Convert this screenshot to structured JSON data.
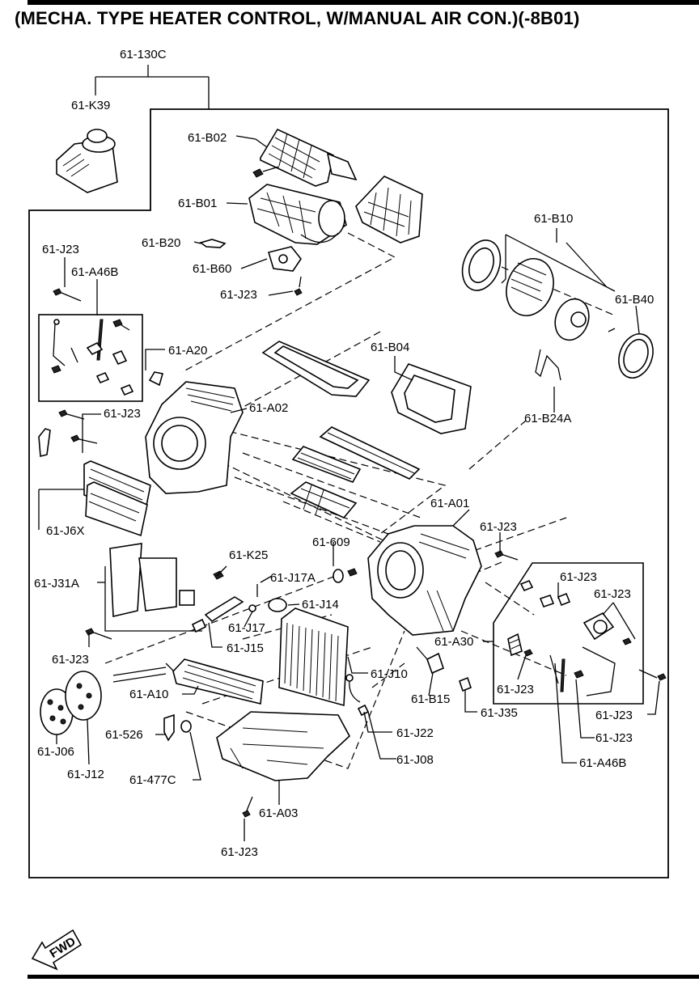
{
  "title": "(MECHA. TYPE HEATER CONTROL, W/MANUAL AIR CON.)(-8B01)",
  "fwd_label": "FWD",
  "callouts": {
    "c130C": "61-130C",
    "K39": "61-K39",
    "B02": "61-B02",
    "B01": "61-B01",
    "B20": "61-B20",
    "B60": "61-B60",
    "J23_top": "61-J23",
    "J23_left": "61-J23",
    "A46B_left": "61-A46B",
    "A20": "61-A20",
    "B10": "61-B10",
    "B40": "61-B40",
    "B04": "61-B04",
    "B24A": "61-B24A",
    "A02": "61-A02",
    "J23_mid": "61-J23",
    "J6X": "61-J6X",
    "A01": "61-A01",
    "J23_a01": "61-J23",
    "c609": "61-609",
    "K25": "61-K25",
    "J17A": "61-J17A",
    "J14": "61-J14",
    "J31A": "61-J31A",
    "J17": "61-J17",
    "J15": "61-J15",
    "J23_r1": "61-J23",
    "J23_r2": "61-J23",
    "A30": "61-A30",
    "J23_r3": "61-J23",
    "J23_lower_left": "61-J23",
    "J10": "61-J10",
    "A10": "61-A10",
    "B15": "61-B15",
    "J35": "61-J35",
    "J23_r4": "61-J23",
    "J22": "61-J22",
    "J23_r5": "61-J23",
    "J06": "61-J06",
    "c526": "61-526",
    "J08": "61-J08",
    "A46B_right": "61-A46B",
    "J12": "61-J12",
    "c477C": "61-477C",
    "A03": "61-A03",
    "J23_bottom": "61-J23"
  }
}
